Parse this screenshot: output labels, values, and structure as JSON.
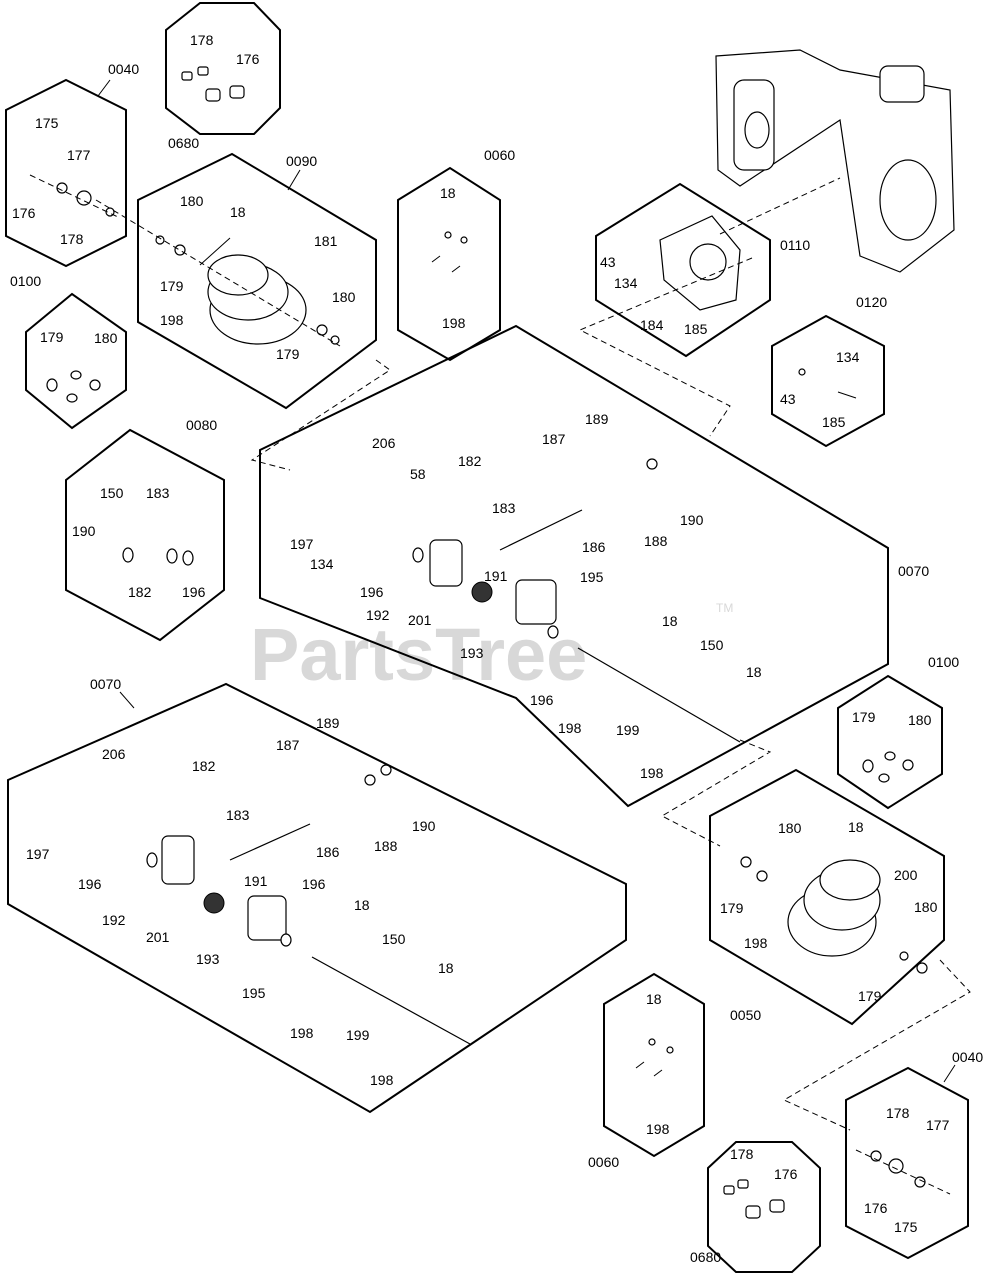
{
  "watermark": {
    "text": "PartsTree",
    "tm": "TM"
  },
  "groups": {
    "g0680_top": {
      "code": "0680",
      "parts": [
        "178",
        "176"
      ]
    },
    "g0040_top": {
      "code": "0040",
      "parts": [
        "175",
        "177",
        "176",
        "178"
      ]
    },
    "g0090": {
      "code": "0090",
      "parts": [
        "180",
        "18",
        "181",
        "179",
        "180",
        "198",
        "179"
      ]
    },
    "g0060_top": {
      "code": "0060",
      "parts": [
        "18",
        "198"
      ]
    },
    "g0110": {
      "code": "0110",
      "parts": [
        "43",
        "134",
        "184",
        "185"
      ]
    },
    "g0100_top": {
      "code": "0100",
      "parts": [
        "179",
        "180"
      ]
    },
    "g0120": {
      "code": "0120",
      "parts": [
        "134",
        "43",
        "185"
      ]
    },
    "g0080": {
      "code": "0080",
      "parts": [
        "150",
        "183",
        "190",
        "182",
        "196"
      ]
    },
    "g0070_top": {
      "code": "0070",
      "parts": [
        "206",
        "58",
        "182",
        "189",
        "187",
        "183",
        "197",
        "186",
        "188",
        "190",
        "134",
        "191",
        "195",
        "196",
        "192",
        "201",
        "193",
        "18",
        "150",
        "18",
        "196",
        "198",
        "199",
        "198"
      ]
    },
    "g0070_bottom": {
      "code": "0070",
      "parts": [
        "189",
        "206",
        "182",
        "187",
        "183",
        "190",
        "188",
        "197",
        "186",
        "196",
        "191",
        "196",
        "192",
        "201",
        "193",
        "195",
        "18",
        "150",
        "18",
        "198",
        "199",
        "198"
      ]
    },
    "g0100_right": {
      "code": "0100",
      "parts": [
        "179",
        "180"
      ]
    },
    "g0050": {
      "code": "0050",
      "parts": [
        "180",
        "18",
        "200",
        "179",
        "180",
        "198",
        "179"
      ]
    },
    "g0060_bottom": {
      "code": "0060",
      "parts": [
        "18",
        "198"
      ]
    },
    "g0040_bottom": {
      "code": "0040",
      "parts": [
        "178",
        "177",
        "176",
        "175"
      ]
    },
    "g0680_bottom": {
      "code": "0680",
      "parts": [
        "178",
        "176"
      ]
    }
  }
}
